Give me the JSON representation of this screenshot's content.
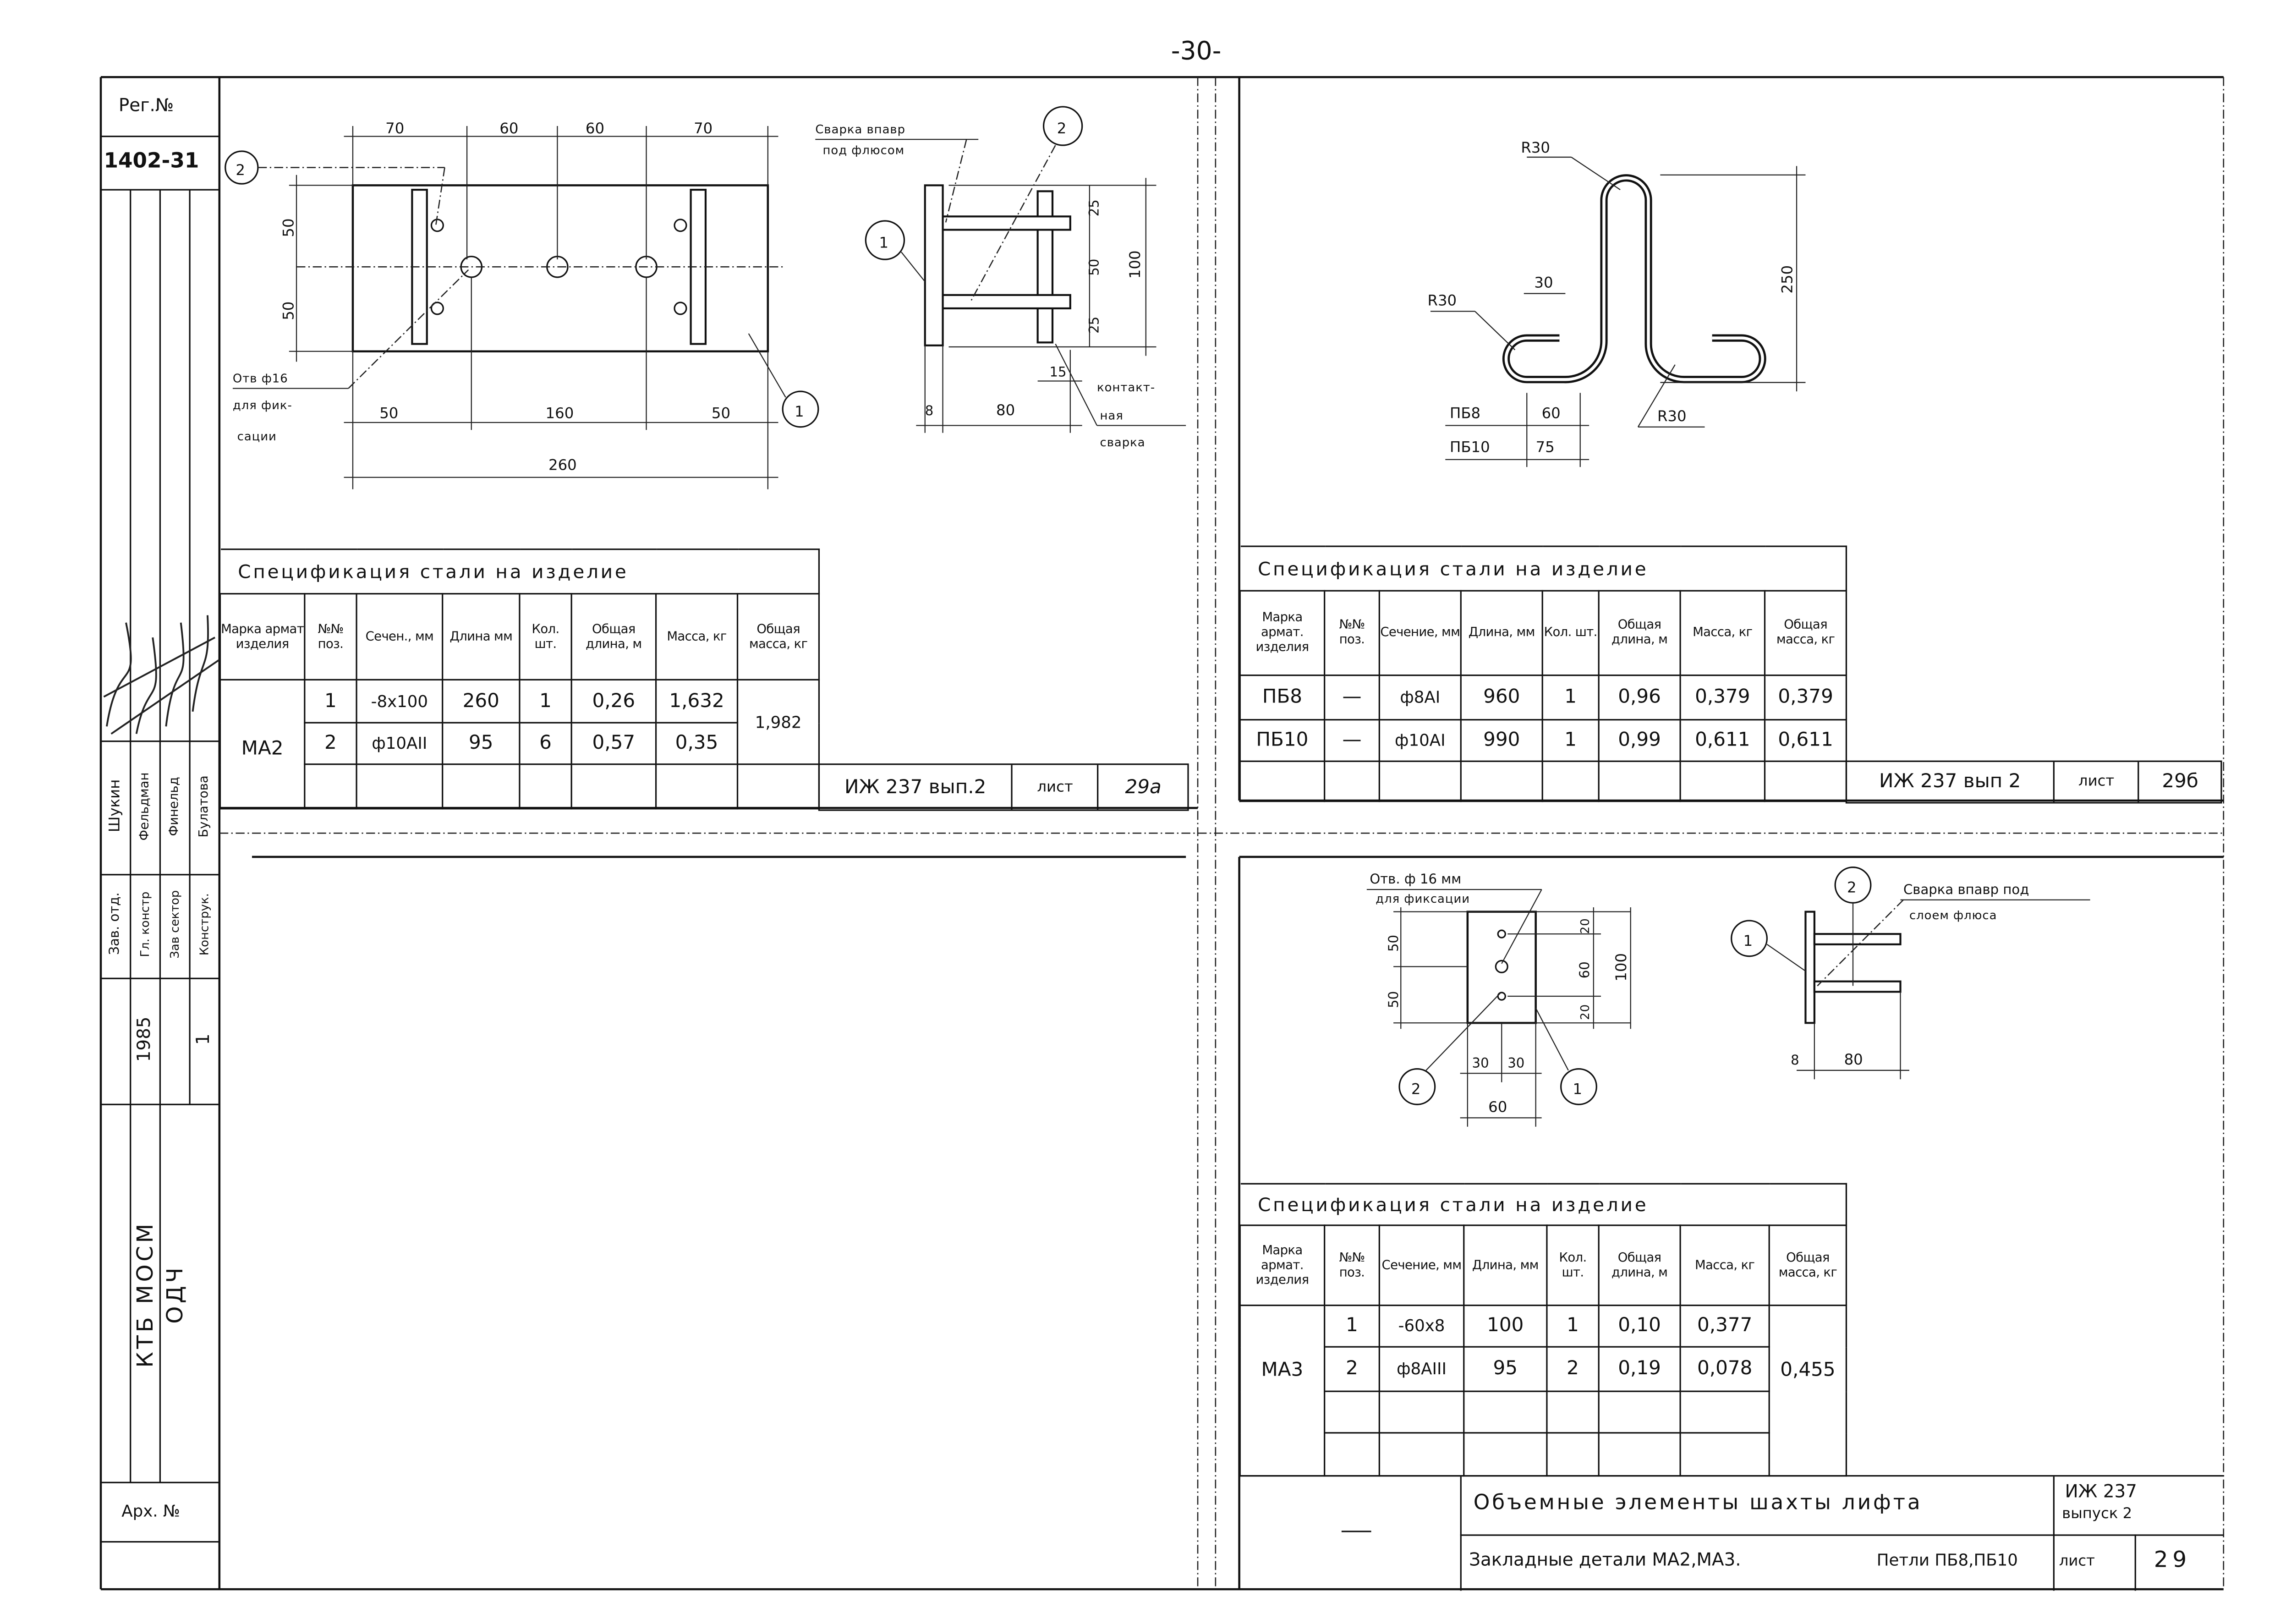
{
  "page_number": "-30-",
  "left_stamp": {
    "reg_label": "Рег.№",
    "reg_number": "1402-31",
    "positions": [
      "Зав. отд.",
      "Гл. констр",
      "Зав сектор",
      "Конструк."
    ],
    "names": [
      "Шукин",
      "Фельдман",
      "Финельд",
      "Булатова"
    ],
    "year": "1985",
    "sheet_count": "1",
    "org": "КТБ МОСМ",
    "dept": "ОДЧ",
    "archive_label": "Арх. №"
  },
  "drawing_ma2": {
    "dims_top": [
      "70",
      "60",
      "60",
      "70"
    ],
    "dims_left": [
      "50",
      "50"
    ],
    "dims_bottom": [
      "50",
      "160",
      "50"
    ],
    "overall": "260",
    "hole_note": [
      "Отв ф16",
      "для фик-",
      "сации"
    ],
    "callout_1": "1",
    "callout_2": "2",
    "side_note_weld": [
      "Сварка впавр",
      "под флюсом"
    ],
    "side_note_contact": [
      "контакт-",
      "ная",
      "сварка"
    ],
    "side_dims": {
      "total": "100",
      "top": "25",
      "mid": "50",
      "bottom": "25",
      "plate": "8",
      "length": "80",
      "offset": "15"
    }
  },
  "drawing_loop": {
    "r_top": "R30",
    "r_left": "R30",
    "r_right": "R30",
    "d30": "30",
    "height": "250",
    "rows": [
      {
        "mark": "ПБ8",
        "dim": "60"
      },
      {
        "mark": "ПБ10",
        "dim": "75"
      }
    ]
  },
  "drawing_ma3": {
    "hole_note": [
      "Отв. ф 16 мм",
      "для фиксации"
    ],
    "dims_left": [
      "50",
      "50"
    ],
    "dims_right": [
      "20",
      "60",
      "20"
    ],
    "overall_h": "100",
    "dims_bottom": [
      "30",
      "30"
    ],
    "overall_w": "60",
    "callout_1": "1",
    "callout_2": "2",
    "side_note": [
      "Сварка впавр под",
      "слоем флюса"
    ],
    "side_dims": {
      "plate": "8",
      "length": "80"
    }
  },
  "spec_headers": [
    "Марка армат. изделия",
    "№№ поз.",
    "Сечение, мм",
    "Длина, мм",
    "Кол. шт.",
    "Общая длина, м",
    "Масса, кг",
    "Общая масса, кг"
  ],
  "spec_ma2": {
    "title": "Спецификация стали на изделие",
    "headers": [
      "Марка армат изделия",
      "№№ поз.",
      "Сечен., мм",
      "Длина мм",
      "Кол. шт.",
      "Общая длина, м",
      "Масса, кг",
      "Общая масса, кг"
    ],
    "mark": "МА2",
    "rows": [
      {
        "pos": "1",
        "section": "-8х100",
        "length": "260",
        "qty": "1",
        "total_length": "0,26",
        "mass": "1,632"
      },
      {
        "pos": "2",
        "section": "ф10АII",
        "length": "95",
        "qty": "6",
        "total_length": "0,57",
        "mass": "0,35"
      }
    ],
    "total_mass": "1,982",
    "stamp": {
      "doc": "ИЖ 237 вып.2",
      "sheet_label": "лист",
      "sheet": "29а"
    }
  },
  "spec_pb": {
    "title": "Спецификация стали на изделие",
    "rows": [
      {
        "mark": "ПБ8",
        "pos": "—",
        "section": "ф8АI",
        "length": "960",
        "qty": "1",
        "total_length": "0,96",
        "mass": "0,379",
        "total_mass": "0,379"
      },
      {
        "mark": "ПБ10",
        "pos": "—",
        "section": "ф10АI",
        "length": "990",
        "qty": "1",
        "total_length": "0,99",
        "mass": "0,611",
        "total_mass": "0,611"
      }
    ],
    "stamp": {
      "doc": "ИЖ 237 вып 2",
      "sheet_label": "лист",
      "sheet": "29б"
    }
  },
  "spec_ma3": {
    "title": "Спецификация стали на изделие",
    "mark": "МА3",
    "rows": [
      {
        "pos": "1",
        "section": "-60х8",
        "length": "100",
        "qty": "1",
        "total_length": "0,10",
        "mass": "0,377"
      },
      {
        "pos": "2",
        "section": "ф8АIII",
        "length": "95",
        "qty": "2",
        "total_length": "0,19",
        "mass": "0,078"
      }
    ],
    "total_mass": "0,455"
  },
  "title_block": {
    "project": "Объемные элементы шахты лифта",
    "doc": "ИЖ 237",
    "issue": "выпуск 2",
    "sheet_title": "Закладные детали МА2,МА3.",
    "sheet_title2": "Петли ПБ8,ПБ10",
    "sheet_label": "лист",
    "sheet": "29"
  }
}
